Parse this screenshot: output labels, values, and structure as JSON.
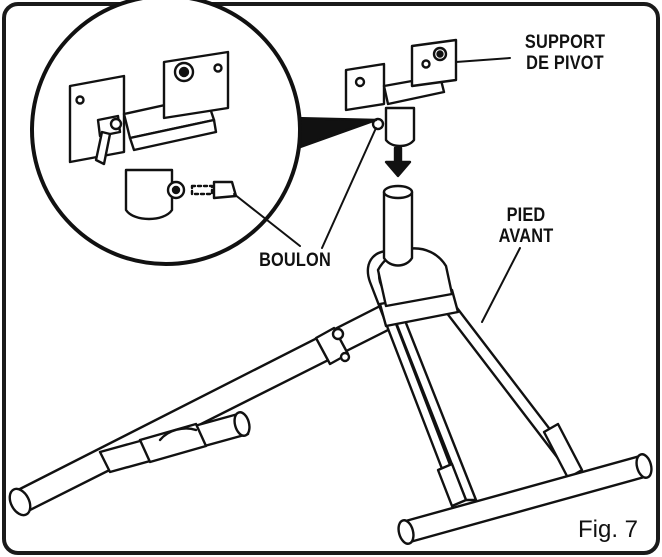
{
  "labels": {
    "support_pivot": [
      "SUPPORT",
      "DE PIVOT"
    ],
    "pied_avant": [
      "PIED",
      "AVANT"
    ],
    "boulon": "BOULON"
  },
  "figure": "Fig. 7",
  "colors": {
    "line": "#111111",
    "background": "#ffffff",
    "frame": "#1a1a1a"
  }
}
